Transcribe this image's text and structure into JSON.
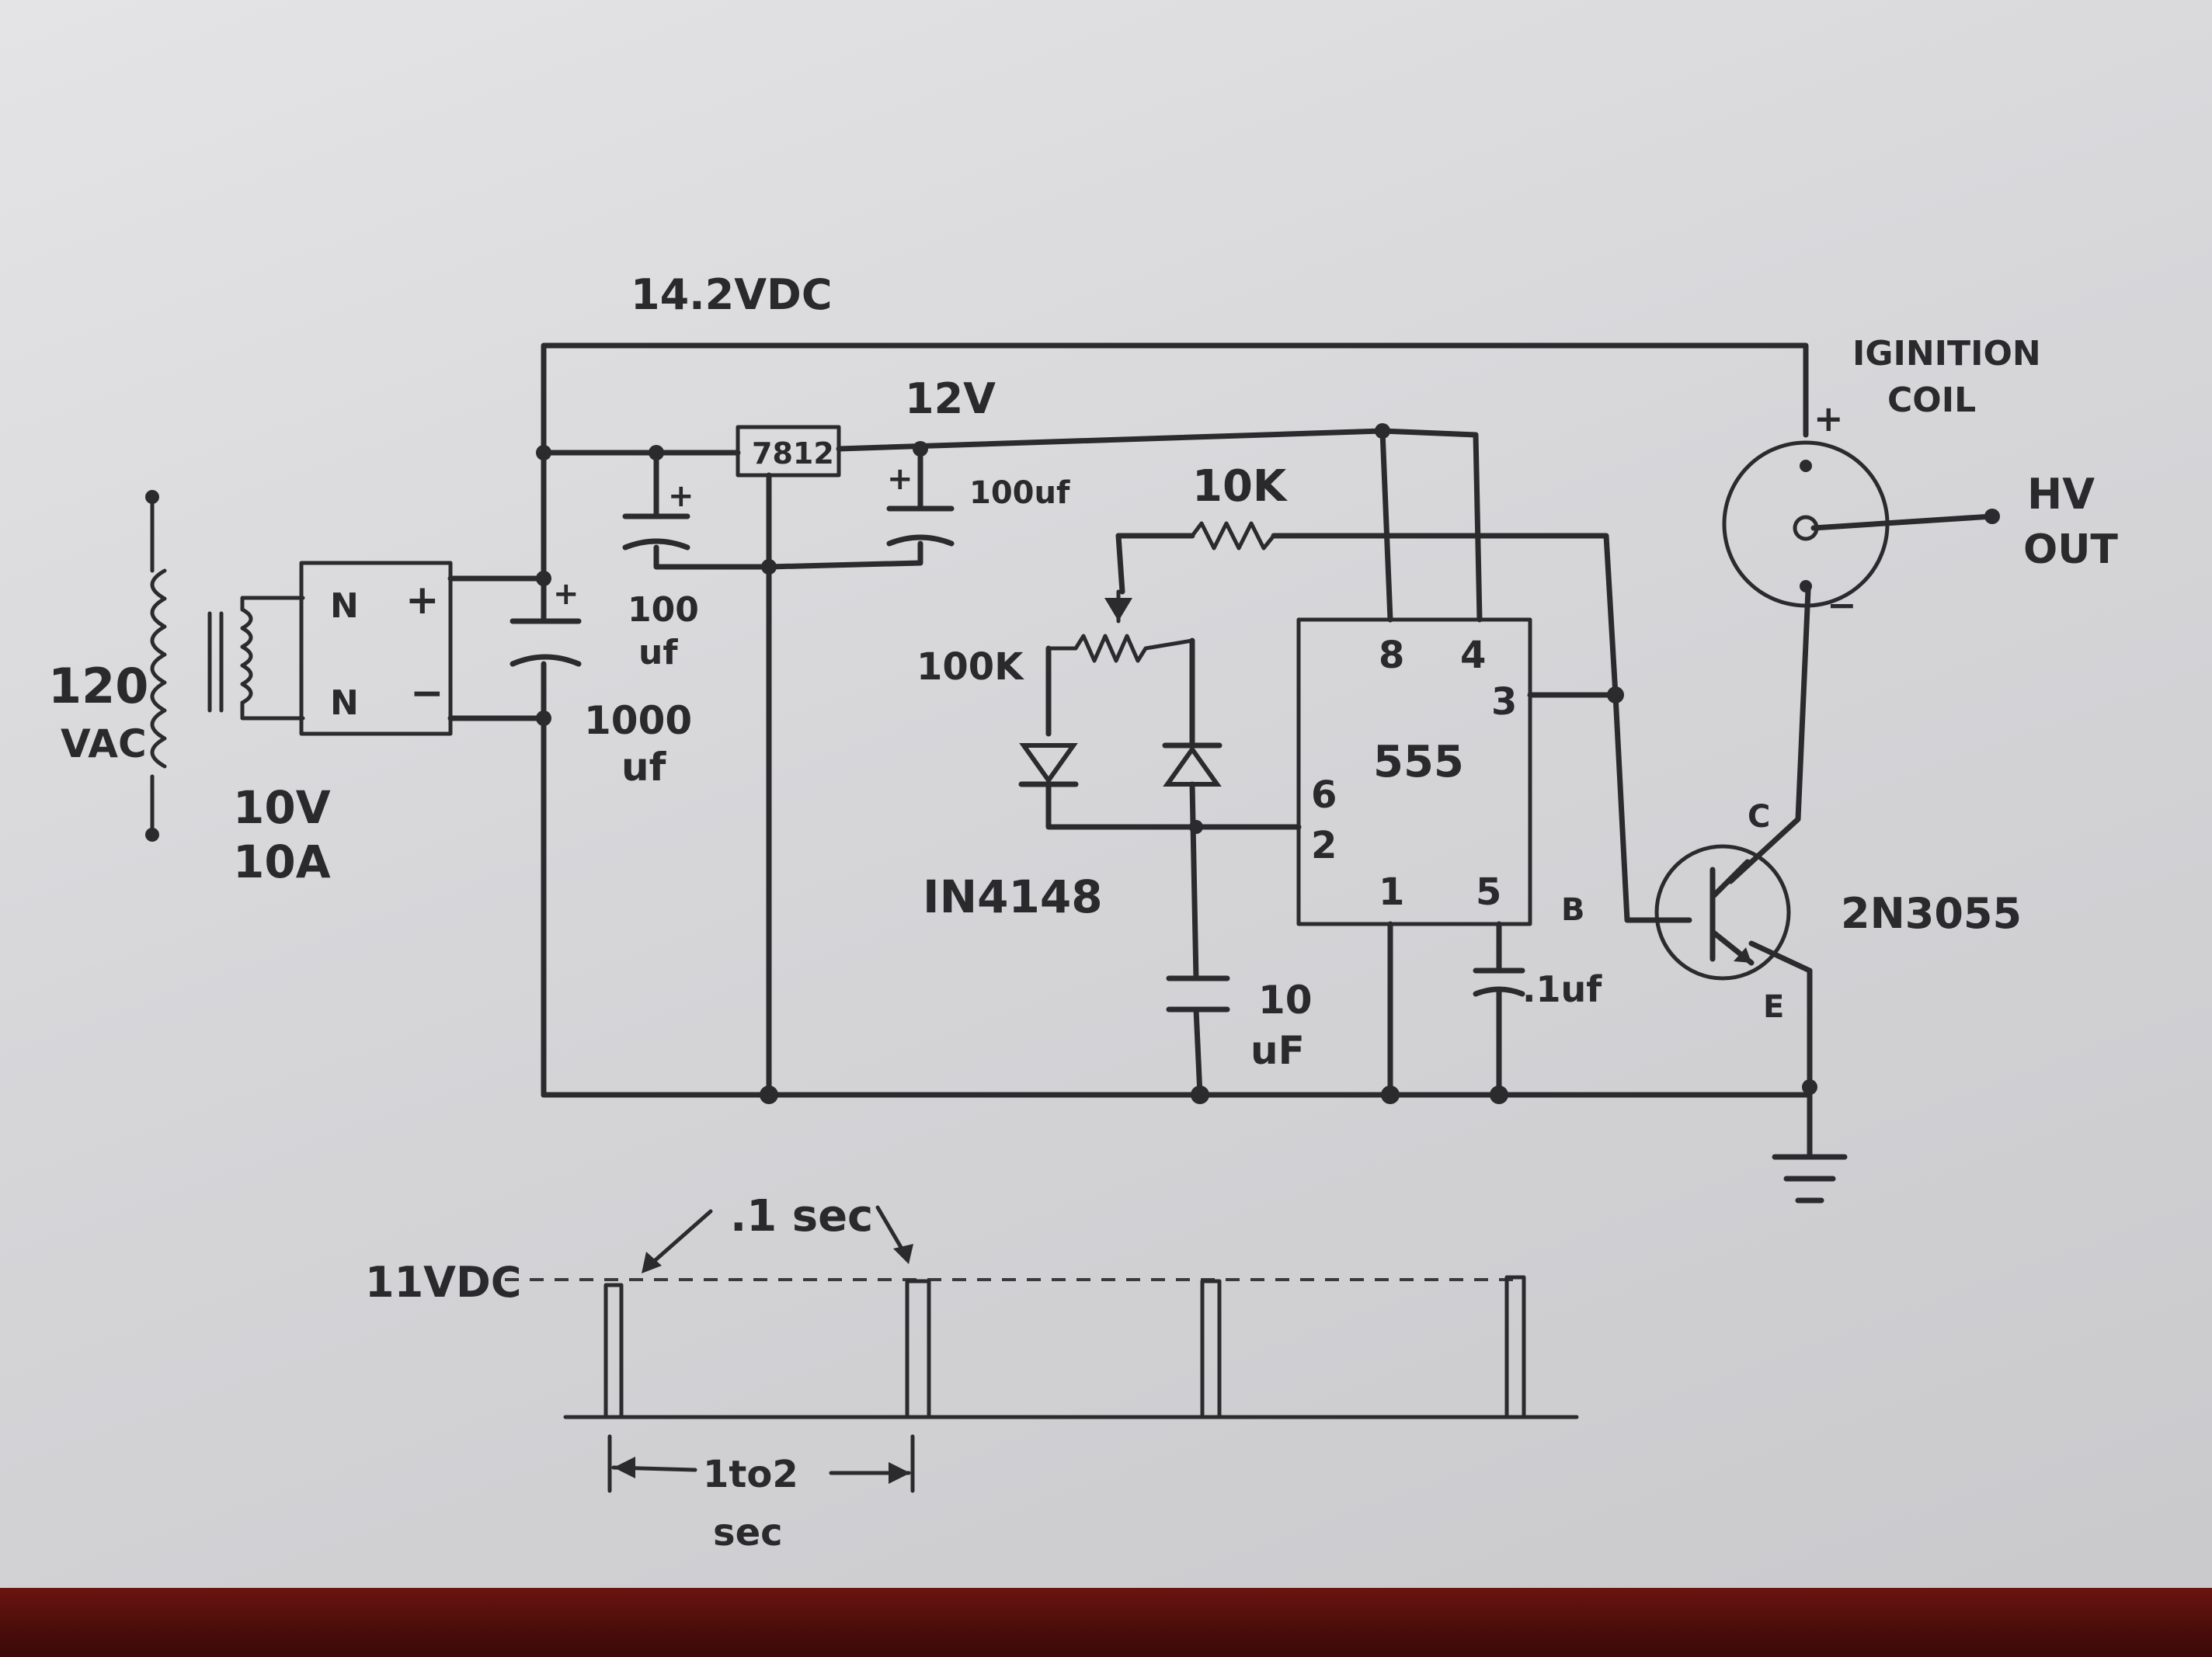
{
  "labels": {
    "vac_line1": "120",
    "vac_line2": "VAC",
    "xfmr_line1": "10V",
    "xfmr_line2": "10A",
    "rect_n1": "N",
    "rect_n2": "N",
    "rect_plus": "+",
    "rect_minus": "−",
    "main_rail": "14.2VDC",
    "rail_12v": "12V",
    "regulator": "7812",
    "cap_100uf_top": "100uf",
    "cap_100uf_left_1": "100",
    "cap_100uf_left_2": "uf",
    "cap_1000uf_1": "1000",
    "cap_1000uf_2": "uf",
    "res_10k": "10K",
    "pot_100k": "100K",
    "diode_part": "IN4148",
    "cap_10uf_1": "10",
    "cap_10uf_2": "uF",
    "ic_name": "555",
    "pin_8": "8",
    "pin_4": "4",
    "pin_3": "3",
    "pin_6": "6",
    "pin_2": "2",
    "pin_1": "1",
    "pin_5": "5",
    "cap_01uf": ".1uf",
    "pin_b": "B",
    "pin_c": "C",
    "pin_e": "E",
    "transistor": "2N3055",
    "coil_line1": "IGINITION",
    "coil_line2": "COIL",
    "coil_plus": "+",
    "coil_minus": "−",
    "hv_line1": "HV",
    "hv_line2": "OUT"
  },
  "waveform": {
    "level_label": "11VDC",
    "pulse_width_label": ".1 sec",
    "period_label_1": "1to2",
    "period_label_2": "sec"
  },
  "colors": {
    "ink": "#2b2b2d",
    "paper": "#dcdcde",
    "table": "#5a100c"
  }
}
